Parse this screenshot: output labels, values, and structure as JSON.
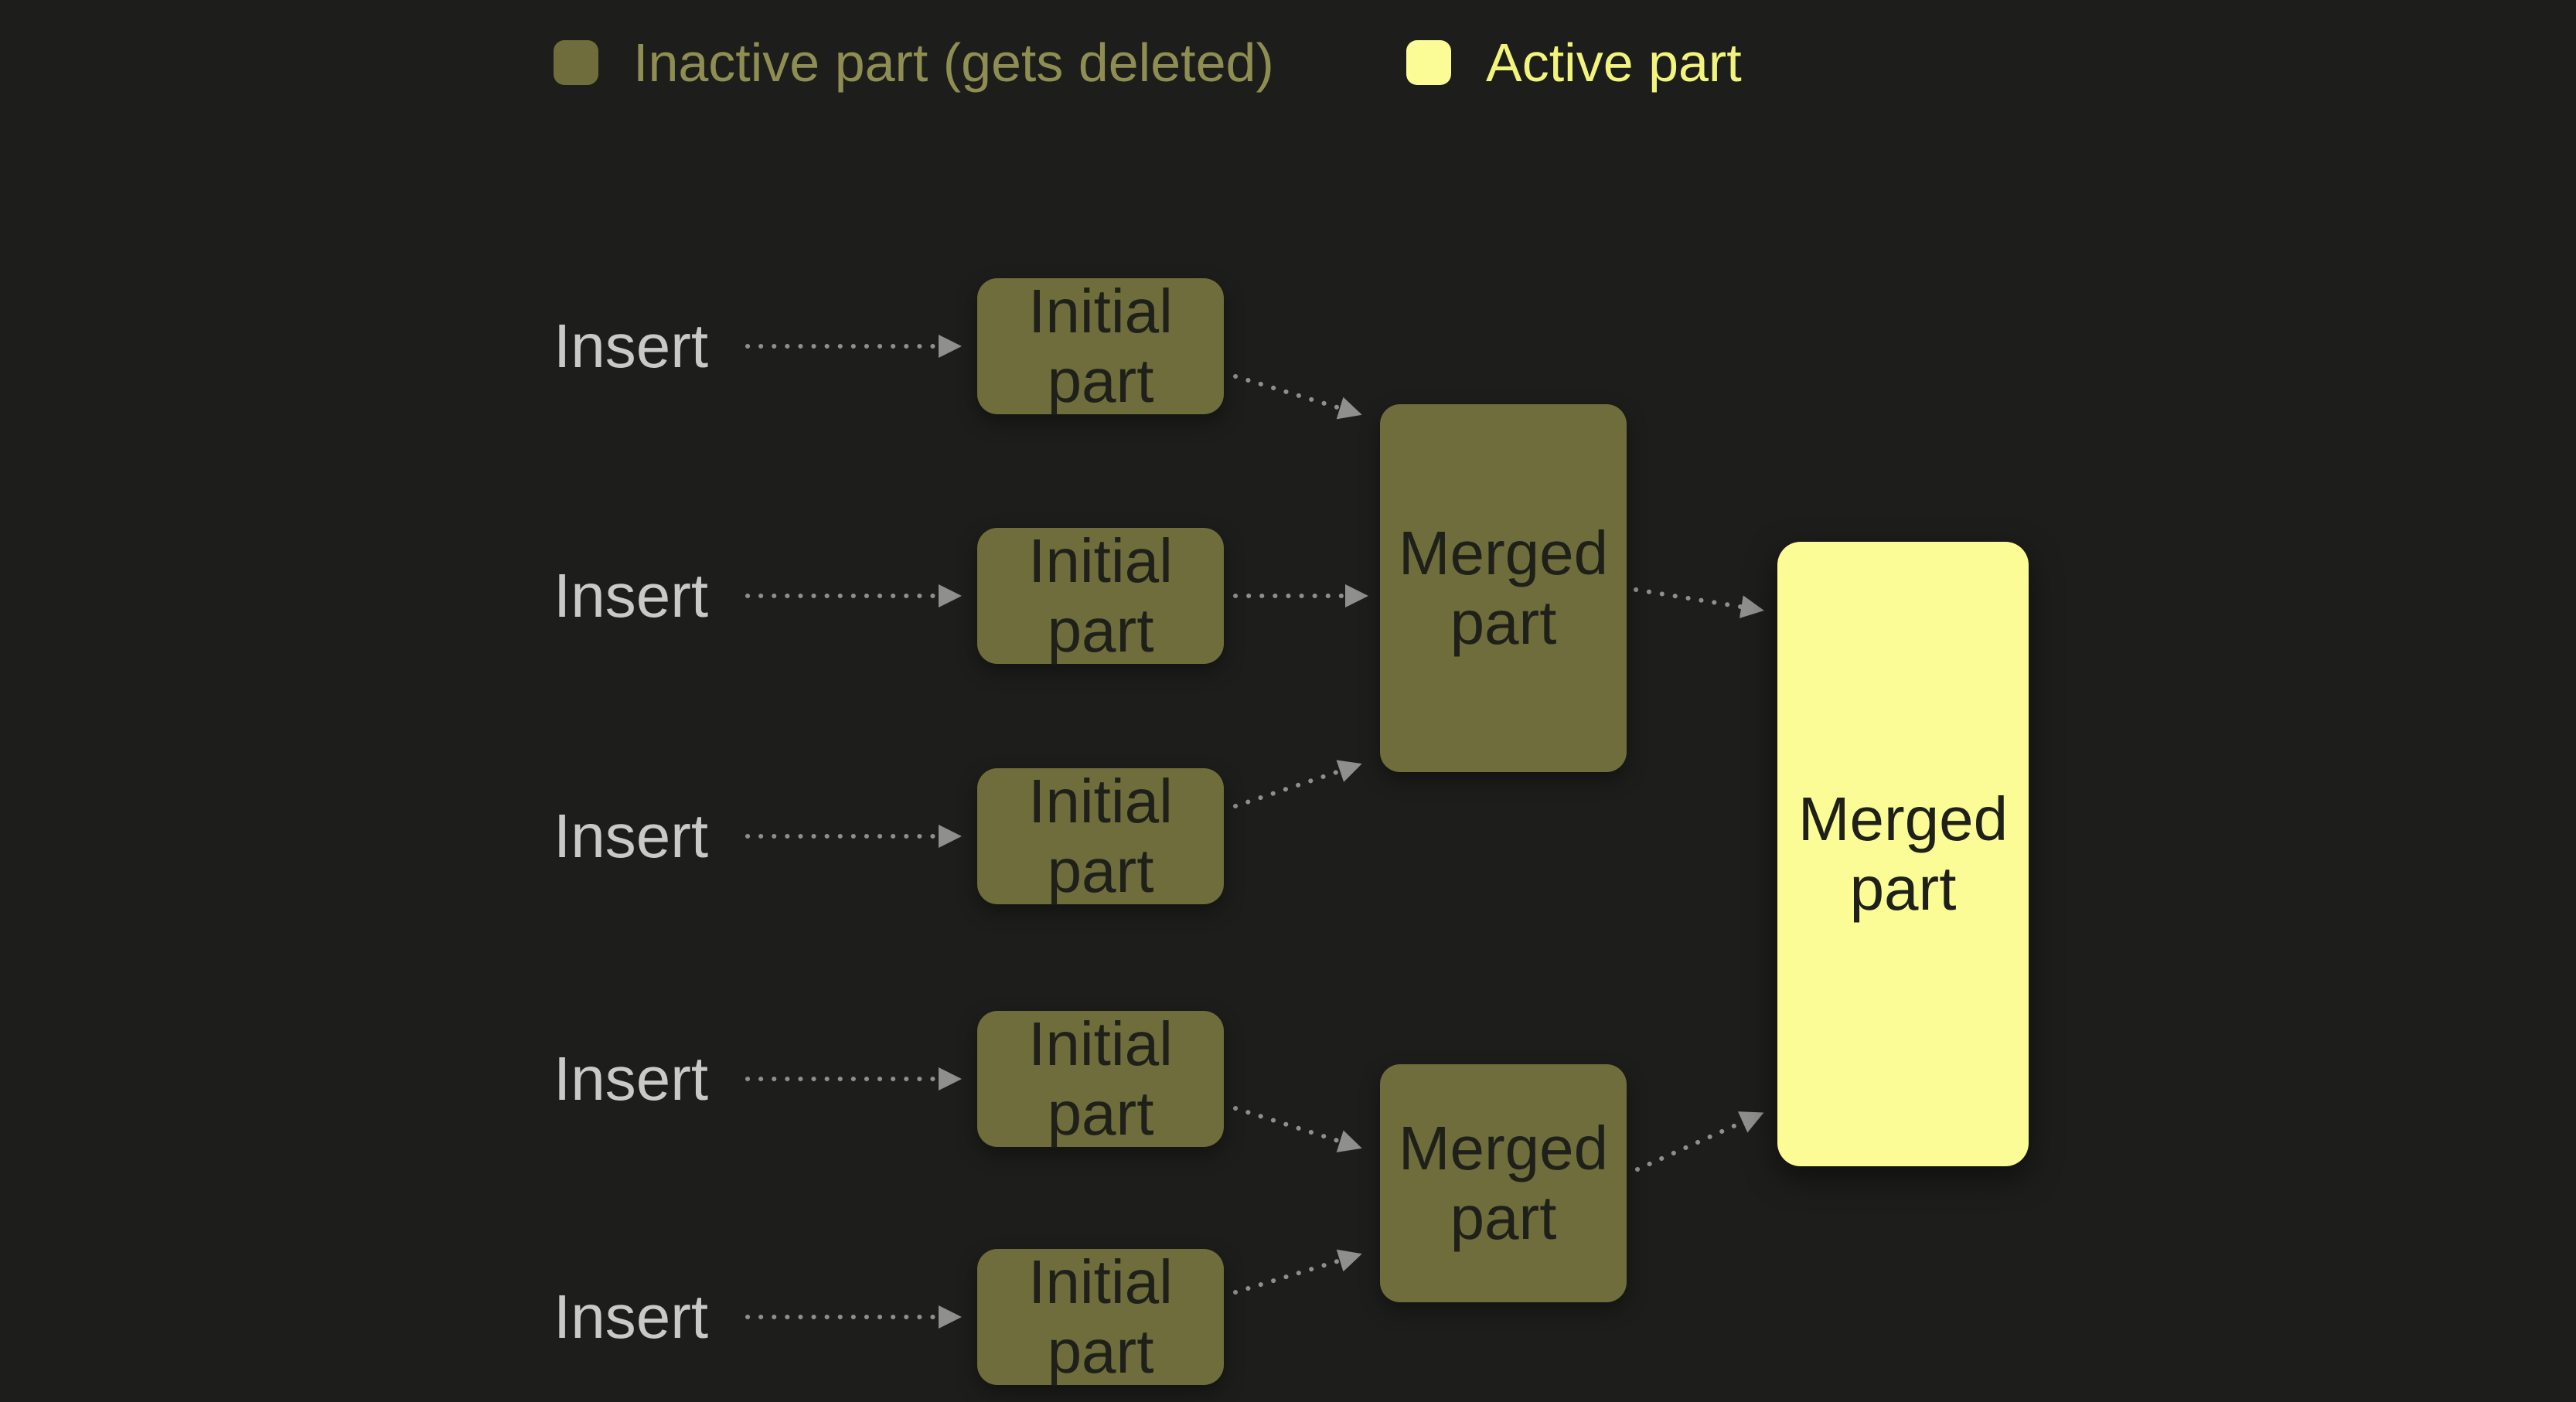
{
  "colors": {
    "background": "#1d1d1b",
    "inactive_fill": "#6e6d3b",
    "active_fill": "#fbfc95",
    "node_text": "#20201a",
    "insert_text": "#c9c9c7",
    "arrow": "#8f8f8d",
    "legend_inactive_text": "#8f8e52",
    "legend_active_text": "#f2f47c"
  },
  "legend": {
    "inactive_label": "Inactive part (gets deleted)",
    "active_label": "Active part"
  },
  "labels": {
    "insert": "Insert",
    "initial_part": "Initial part",
    "merged_part": "Merged part"
  }
}
